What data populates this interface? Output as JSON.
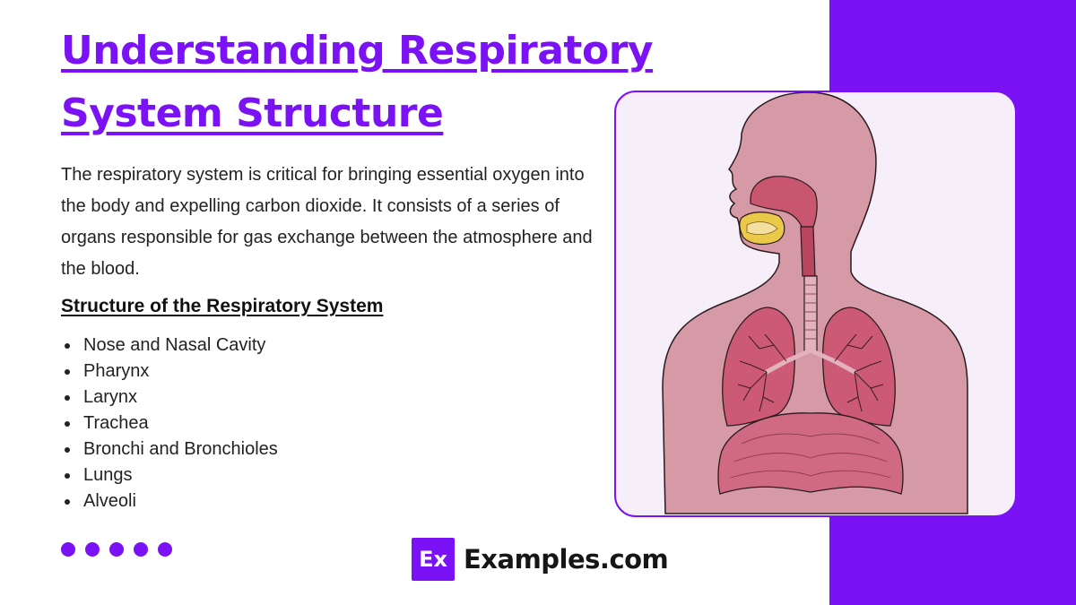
{
  "title": {
    "line1": "Understanding Respiratory",
    "line2": "System Structure"
  },
  "intro": "The respiratory system is critical for bringing essential oxygen into the body and expelling carbon dioxide. It consists of a series of organs responsible for gas exchange between the atmosphere and the blood.",
  "subheading": "Structure of the Respiratory System",
  "list": [
    "Nose and Nasal Cavity",
    "Pharynx",
    "Larynx",
    "Trachea",
    "Bronchi and Bronchioles",
    "Lungs",
    "Alveoli"
  ],
  "logo": {
    "mark": "Ex",
    "text": "Examples.com"
  },
  "colors": {
    "accent": "#7a12f5",
    "body_skin": "#d69aa6",
    "lung": "#cc5a74",
    "nasal": "#e9c84a"
  }
}
